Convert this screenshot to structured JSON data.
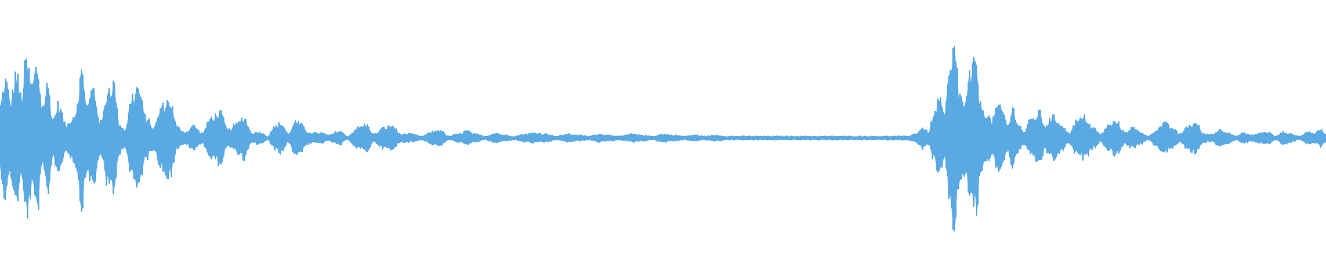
{
  "waveform": {
    "color": "#5aa9e2",
    "background": "#ffffff",
    "envelope": [
      [
        0.0,
        0.3
      ],
      [
        0.004,
        0.55
      ],
      [
        0.008,
        0.35
      ],
      [
        0.012,
        0.62
      ],
      [
        0.016,
        0.4
      ],
      [
        0.02,
        0.72
      ],
      [
        0.024,
        0.5
      ],
      [
        0.028,
        0.68
      ],
      [
        0.032,
        0.3
      ],
      [
        0.036,
        0.5
      ],
      [
        0.04,
        0.18
      ],
      [
        0.044,
        0.32
      ],
      [
        0.05,
        0.12
      ],
      [
        0.056,
        0.22
      ],
      [
        0.062,
        0.62
      ],
      [
        0.066,
        0.3
      ],
      [
        0.07,
        0.48
      ],
      [
        0.076,
        0.15
      ],
      [
        0.082,
        0.48
      ],
      [
        0.086,
        0.52
      ],
      [
        0.09,
        0.14
      ],
      [
        0.094,
        0.08
      ],
      [
        0.1,
        0.4
      ],
      [
        0.104,
        0.48
      ],
      [
        0.11,
        0.2
      ],
      [
        0.116,
        0.1
      ],
      [
        0.122,
        0.3
      ],
      [
        0.128,
        0.36
      ],
      [
        0.134,
        0.1
      ],
      [
        0.14,
        0.06
      ],
      [
        0.146,
        0.12
      ],
      [
        0.152,
        0.05
      ],
      [
        0.16,
        0.2
      ],
      [
        0.166,
        0.24
      ],
      [
        0.172,
        0.08
      ],
      [
        0.178,
        0.13
      ],
      [
        0.184,
        0.2
      ],
      [
        0.19,
        0.05
      ],
      [
        0.196,
        0.06
      ],
      [
        0.202,
        0.02
      ],
      [
        0.206,
        0.1
      ],
      [
        0.212,
        0.14
      ],
      [
        0.218,
        0.04
      ],
      [
        0.222,
        0.16
      ],
      [
        0.226,
        0.14
      ],
      [
        0.232,
        0.06
      ],
      [
        0.236,
        0.05
      ],
      [
        0.242,
        0.05
      ],
      [
        0.248,
        0.03
      ],
      [
        0.256,
        0.07
      ],
      [
        0.262,
        0.02
      ],
      [
        0.27,
        0.1
      ],
      [
        0.276,
        0.13
      ],
      [
        0.282,
        0.04
      ],
      [
        0.29,
        0.1
      ],
      [
        0.296,
        0.12
      ],
      [
        0.302,
        0.04
      ],
      [
        0.31,
        0.04
      ],
      [
        0.318,
        0.02
      ],
      [
        0.326,
        0.06
      ],
      [
        0.332,
        0.08
      ],
      [
        0.338,
        0.02
      ],
      [
        0.346,
        0.04
      ],
      [
        0.352,
        0.07
      ],
      [
        0.358,
        0.04
      ],
      [
        0.366,
        0.02
      ],
      [
        0.374,
        0.05
      ],
      [
        0.38,
        0.03
      ],
      [
        0.388,
        0.02
      ],
      [
        0.396,
        0.04
      ],
      [
        0.404,
        0.05
      ],
      [
        0.412,
        0.04
      ],
      [
        0.42,
        0.02
      ],
      [
        0.428,
        0.04
      ],
      [
        0.436,
        0.03
      ],
      [
        0.444,
        0.02
      ],
      [
        0.452,
        0.04
      ],
      [
        0.46,
        0.03
      ],
      [
        0.468,
        0.02
      ],
      [
        0.476,
        0.04
      ],
      [
        0.484,
        0.03
      ],
      [
        0.492,
        0.02
      ],
      [
        0.5,
        0.04
      ],
      [
        0.508,
        0.03
      ],
      [
        0.516,
        0.02
      ],
      [
        0.524,
        0.03
      ],
      [
        0.532,
        0.02
      ],
      [
        0.54,
        0.03
      ],
      [
        0.548,
        0.02
      ],
      [
        0.556,
        0.02
      ],
      [
        0.564,
        0.02
      ],
      [
        0.572,
        0.02
      ],
      [
        0.58,
        0.02
      ],
      [
        0.588,
        0.02
      ],
      [
        0.596,
        0.02
      ],
      [
        0.604,
        0.02
      ],
      [
        0.612,
        0.02
      ],
      [
        0.62,
        0.02
      ],
      [
        0.628,
        0.02
      ],
      [
        0.636,
        0.02
      ],
      [
        0.644,
        0.02
      ],
      [
        0.652,
        0.02
      ],
      [
        0.66,
        0.02
      ],
      [
        0.668,
        0.02
      ],
      [
        0.676,
        0.02
      ],
      [
        0.684,
        0.02
      ],
      [
        0.69,
        0.04
      ],
      [
        0.696,
        0.1
      ],
      [
        0.7,
        0.06
      ],
      [
        0.704,
        0.2
      ],
      [
        0.708,
        0.38
      ],
      [
        0.712,
        0.22
      ],
      [
        0.716,
        0.58
      ],
      [
        0.72,
        0.85
      ],
      [
        0.724,
        0.4
      ],
      [
        0.728,
        0.32
      ],
      [
        0.732,
        0.62
      ],
      [
        0.736,
        0.7
      ],
      [
        0.74,
        0.3
      ],
      [
        0.744,
        0.24
      ],
      [
        0.748,
        0.16
      ],
      [
        0.752,
        0.3
      ],
      [
        0.756,
        0.26
      ],
      [
        0.76,
        0.12
      ],
      [
        0.764,
        0.28
      ],
      [
        0.768,
        0.14
      ],
      [
        0.772,
        0.06
      ],
      [
        0.778,
        0.18
      ],
      [
        0.784,
        0.24
      ],
      [
        0.788,
        0.12
      ],
      [
        0.794,
        0.2
      ],
      [
        0.8,
        0.14
      ],
      [
        0.806,
        0.05
      ],
      [
        0.812,
        0.16
      ],
      [
        0.818,
        0.2
      ],
      [
        0.824,
        0.1
      ],
      [
        0.83,
        0.04
      ],
      [
        0.836,
        0.12
      ],
      [
        0.842,
        0.16
      ],
      [
        0.848,
        0.06
      ],
      [
        0.854,
        0.1
      ],
      [
        0.86,
        0.06
      ],
      [
        0.866,
        0.02
      ],
      [
        0.872,
        0.08
      ],
      [
        0.878,
        0.14
      ],
      [
        0.884,
        0.1
      ],
      [
        0.89,
        0.04
      ],
      [
        0.896,
        0.12
      ],
      [
        0.902,
        0.14
      ],
      [
        0.908,
        0.04
      ],
      [
        0.914,
        0.04
      ],
      [
        0.92,
        0.08
      ],
      [
        0.926,
        0.06
      ],
      [
        0.932,
        0.02
      ],
      [
        0.938,
        0.05
      ],
      [
        0.944,
        0.03
      ],
      [
        0.95,
        0.05
      ],
      [
        0.956,
        0.06
      ],
      [
        0.962,
        0.02
      ],
      [
        0.968,
        0.06
      ],
      [
        0.974,
        0.04
      ],
      [
        0.98,
        0.02
      ],
      [
        0.986,
        0.06
      ],
      [
        0.992,
        0.05
      ],
      [
        0.996,
        0.08
      ],
      [
        1.0,
        0.04
      ]
    ]
  }
}
